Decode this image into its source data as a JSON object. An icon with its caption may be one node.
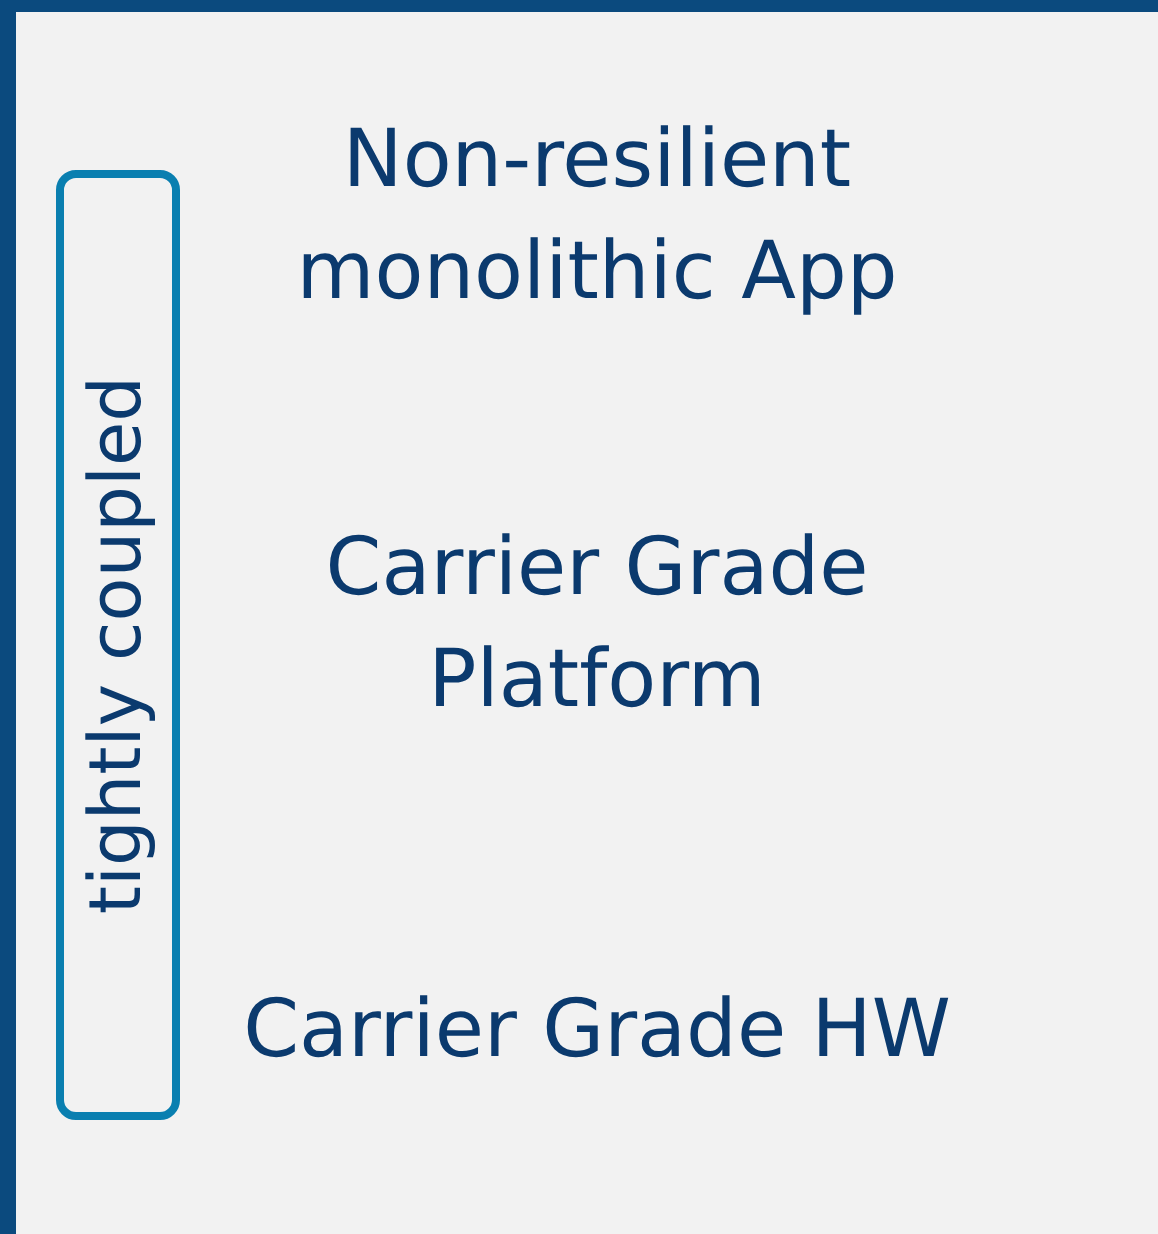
{
  "diagram": {
    "nodes": [
      {
        "text": [
          "Non-resilient monolithic App"
        ]
      },
      {
        "text": [
          "Carrier Grade Platform"
        ]
      },
      {
        "text": [
          "Carrier Grade HW"
        ]
      },
      {
        "text": [
          "tightly coupled"
        ]
      }
    ]
  }
}
